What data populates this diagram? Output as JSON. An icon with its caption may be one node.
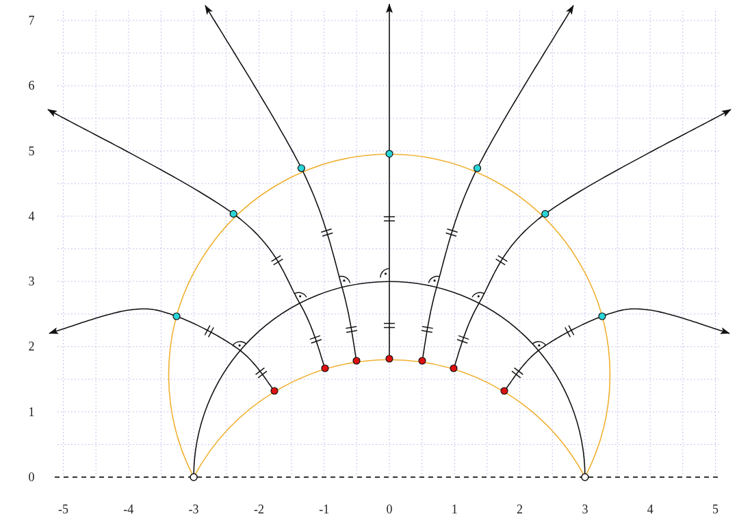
{
  "diagram": {
    "labels": [
      "7",
      "6",
      "5",
      "4",
      "3",
      "2",
      "1",
      "0",
      "-5",
      "-4",
      "-3",
      "-2",
      "-1",
      "0",
      "1",
      "2",
      "3",
      "4",
      "5"
    ]
  }
}
